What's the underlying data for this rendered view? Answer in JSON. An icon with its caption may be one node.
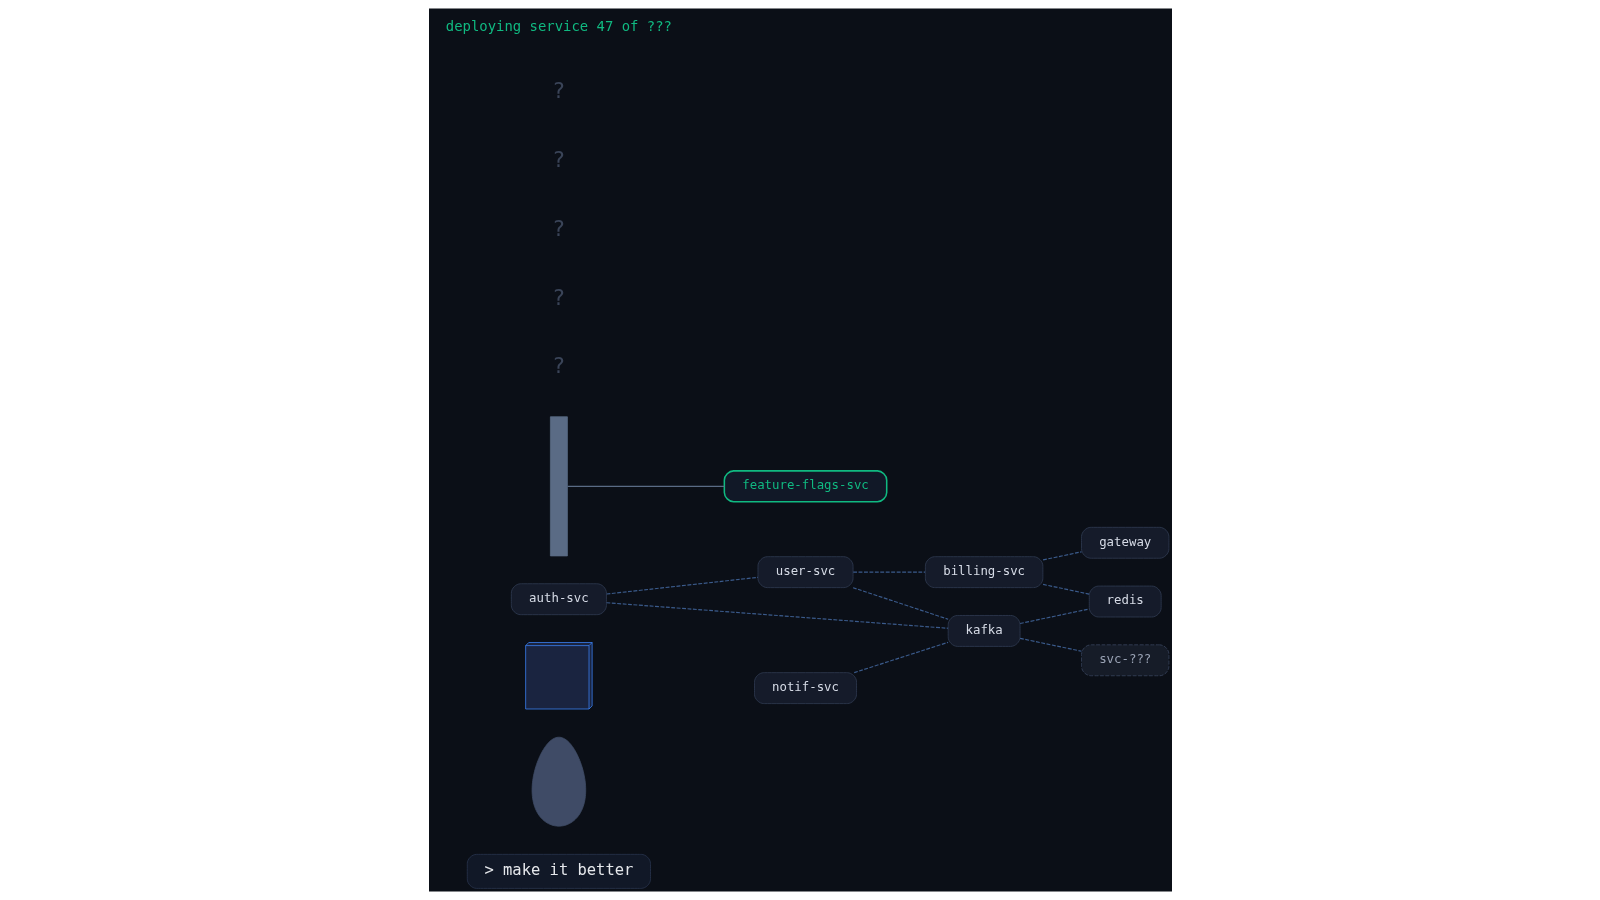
{
  "diagram": {
    "nodes": [
      {
        "text": [
          "> make it better"
        ]
      },
      {
        "text": [],
        "shape": "person"
      },
      {
        "text": [],
        "shape": "picture"
      },
      {
        "text": [
          "auth-svc"
        ]
      },
      {
        "text": [
          "user-svc"
        ]
      },
      {
        "text": [
          "billing-svc"
        ]
      },
      {
        "text": [
          "kafka"
        ]
      },
      {
        "text": [
          "redis"
        ]
      },
      {
        "text": [
          "gateway"
        ]
      },
      {
        "text": [
          "notif-svc"
        ]
      },
      {
        "text": [
          "svc-???"
        ]
      },
      {
        "text": [
          "feature-flags-svc"
        ]
      },
      {
        "text": [],
        "shape": "bar"
      }
    ],
    "edges": [
      {
        "from": 3,
        "to": 4,
        "arrow": "none",
        "style": "dashed"
      },
      {
        "from": 4,
        "to": 5,
        "arrow": "none",
        "style": "dashed"
      },
      {
        "from": 3,
        "to": 6,
        "arrow": "none",
        "style": "dashed"
      },
      {
        "from": 4,
        "to": 6,
        "arrow": "none",
        "style": "dashed"
      },
      {
        "from": 5,
        "to": 7,
        "arrow": "none",
        "style": "dashed"
      },
      {
        "from": 5,
        "to": 8,
        "arrow": "none",
        "style": "dashed"
      },
      {
        "from": 9,
        "to": 6,
        "arrow": "none",
        "style": "dashed"
      },
      {
        "from": 6,
        "to": 7,
        "arrow": "none",
        "style": "dashed"
      },
      {
        "from": 6,
        "to": 10,
        "arrow": "none",
        "style": "dashed"
      },
      {
        "from": 12,
        "to": 11,
        "arrow": "none",
        "color": "#5a6b85"
      }
    ],
    "labels": [
      "?",
      "?",
      "?",
      "?",
      "?",
      "deploying service 47 of ???"
    ]
  }
}
